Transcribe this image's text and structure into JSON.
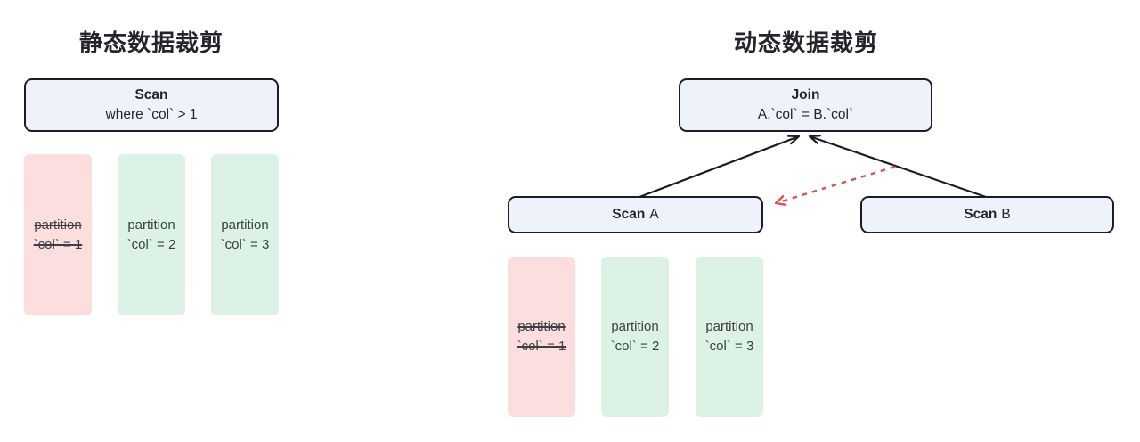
{
  "colors": {
    "node-fill": "#eef2fb",
    "node-border": "#1b1d22",
    "pruned-fill": "#fcdede",
    "kept-fill": "#dcf2e4",
    "arrow": "#1b1d22",
    "dynamic-arrow": "#d9534f",
    "title-color": "#23252b",
    "node-text": "#21252e",
    "partition-text": "#3c4045"
  },
  "left_panel": {
    "title": "静态数据裁剪",
    "scan_node": {
      "name": "Scan",
      "condition": "where `col` > 1"
    },
    "partitions": [
      {
        "label": "partition",
        "condition": "`col` = 1",
        "pruned": true
      },
      {
        "label": "partition",
        "condition": "`col` = 2",
        "pruned": false
      },
      {
        "label": "partition",
        "condition": "`col` = 3",
        "pruned": false
      }
    ]
  },
  "right_panel": {
    "title": "动态数据裁剪",
    "join_node": {
      "name": "Join",
      "condition": "A.`col` = B.`col`"
    },
    "scan_a_node": {
      "name": "Scan",
      "table": "A"
    },
    "scan_b_node": {
      "name": "Scan",
      "table": "B"
    },
    "partitions": [
      {
        "label": "partition",
        "condition": "`col` = 1",
        "pruned": true
      },
      {
        "label": "partition",
        "condition": "`col` = 2",
        "pruned": false
      },
      {
        "label": "partition",
        "condition": "`col` = 3",
        "pruned": false
      }
    ]
  }
}
